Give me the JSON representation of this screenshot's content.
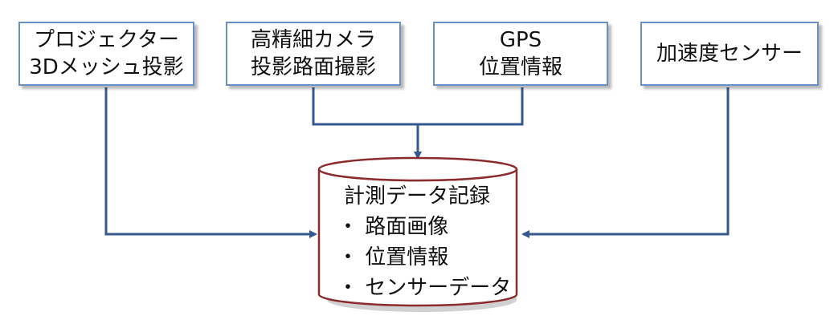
{
  "boxes": {
    "projector": {
      "line1": "プロジェクター",
      "line2": "3Dメッシュ投影"
    },
    "camera": {
      "line1": "高精細カメラ",
      "line2": "投影路面撮影"
    },
    "gps": {
      "line1": "GPS",
      "line2": "位置情報"
    },
    "accel": {
      "line1": "加速度センサー"
    }
  },
  "database": {
    "title": "計測データ記録",
    "items": [
      "・ 路面画像",
      "・ 位置情報",
      "・ センサーデータ"
    ]
  },
  "colors": {
    "box_border": "#6a8fc4",
    "connector": "#35598e",
    "cylinder_border": "#8b2b2b"
  }
}
